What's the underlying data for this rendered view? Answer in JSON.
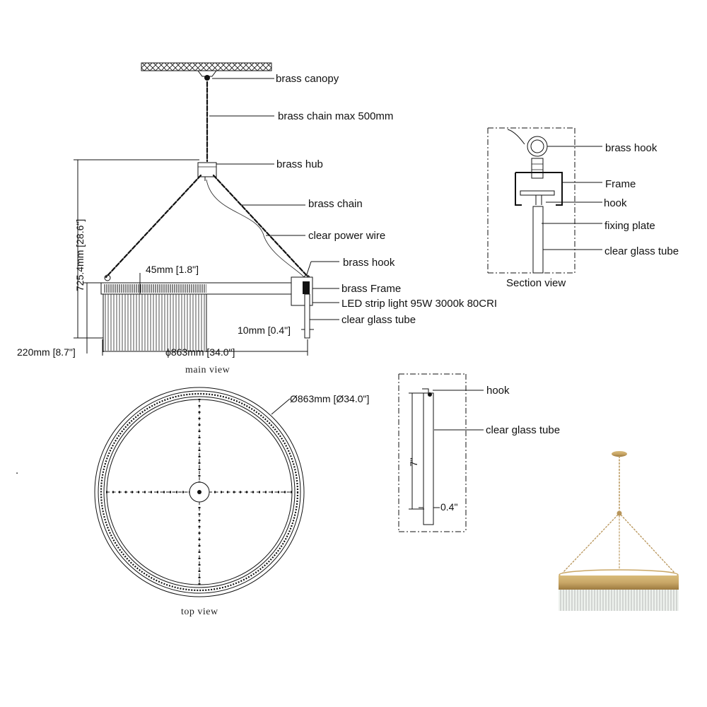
{
  "main_view": {
    "caption": "main view",
    "labels": {
      "brass_canopy": "brass canopy",
      "brass_chain_max": "brass chain max 500mm",
      "brass_hub": "brass hub",
      "brass_chain": "brass chain",
      "clear_power_wire": "clear power wire",
      "brass_hook": "brass hook",
      "brass_frame": "brass Frame",
      "led_strip": "LED strip light 95W 3000k 80CRI",
      "clear_glass_tube": "clear glass tube"
    },
    "dimensions": {
      "height": "725.4mm [28.6\"]",
      "frame_width": "45mm [1.8\"]",
      "tube_drop": "220mm [8.7\"]",
      "diameter": "ϕ863mm [34.0\"]",
      "tube_dia": "10mm [0.4\"]"
    }
  },
  "top_view": {
    "caption": "top view",
    "diameter": "Ø863mm [Ø34.0\"]"
  },
  "section_view": {
    "caption": "Section view",
    "labels": {
      "brass_hook": "brass hook",
      "frame": "Frame",
      "hook": "hook",
      "fixing_plate": "fixing plate",
      "clear_glass_tube": "clear glass tube"
    }
  },
  "tube_detail": {
    "labels": {
      "hook": "hook",
      "clear_glass_tube": "clear glass tube"
    },
    "dimensions": {
      "length": "7\"",
      "diameter": "0.4\""
    }
  },
  "misc": {
    "dot": "."
  },
  "colors": {
    "brass": "#c9a767",
    "brass_dark": "#a8864a",
    "glass": "#e6ece8"
  }
}
